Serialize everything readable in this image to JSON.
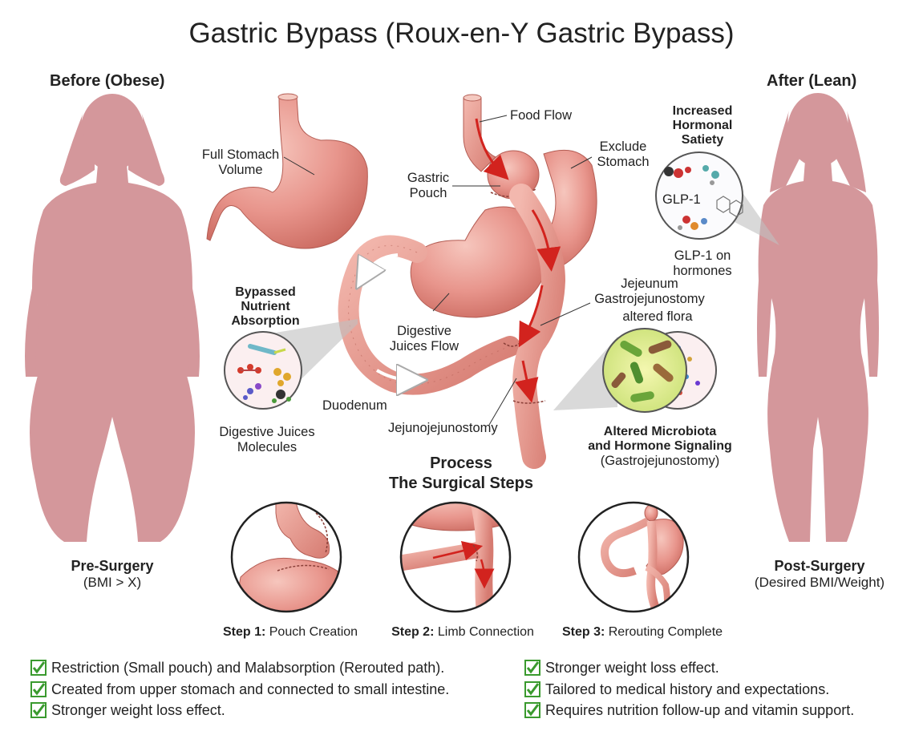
{
  "title": "Gastric Bypass (Roux-en-Y Gastric Bypass)",
  "before": {
    "heading": "Before (Obese)",
    "caption_bold": "Pre-Surgery",
    "caption": "(BMI > X)"
  },
  "after": {
    "heading": "After (Lean)",
    "caption_bold": "Post-Surgery",
    "caption": "(Desired BMI/Weight)"
  },
  "labels": {
    "full_stomach": [
      "Full Stomach",
      "Volume"
    ],
    "food_flow": "Food Flow",
    "gastric_pouch": [
      "Gastric",
      "Pouch"
    ],
    "exclude_stomach": [
      "Exclude",
      "Stomach"
    ],
    "bypassed": [
      "Bypassed",
      "Nutrient",
      "Absorption"
    ],
    "digestive_juices_flow": [
      "Digestive",
      "Juices Flow"
    ],
    "jejeunum": [
      "Jejeunum",
      "Gastrojejunostomy"
    ],
    "altered_flora": "altered flora",
    "duodenum": "Duodenum",
    "jejunojejunostomy": "Jejunojejunostomy",
    "digestive_molecules": [
      "Digestive Juices",
      "Molecules"
    ],
    "altered_microbiota": [
      "Altered Microbiota",
      "and Hormone Signaling"
    ],
    "gastrojejunostomy_paren": "(Gastrojejunostomy)",
    "increased_satiety": [
      "Increased",
      "Hormonal",
      "Satiety"
    ],
    "glp1": "GLP-1",
    "glp1_on": [
      "GLP-1 on",
      "hormones"
    ]
  },
  "process": {
    "title": "Process",
    "subtitle": "The Surgical Steps"
  },
  "steps": [
    {
      "num": "Step 1:",
      "label": "Pouch Creation"
    },
    {
      "num": "Step 2:",
      "label": "Limb Connection"
    },
    {
      "num": "Step 3:",
      "label": "Rerouting Complete"
    }
  ],
  "bullets_left": [
    "Restriction (Small pouch) and Malabsorption (Rerouted path).",
    "Created from upper stomach and connected to small intestine.",
    "Stronger weight loss effect."
  ],
  "bullets_right": [
    "Stronger weight loss effect.",
    "Tailored to medical history and expectations.",
    "Requires nutrition follow-up and vitamin support."
  ],
  "colors": {
    "silhouette": "#d4979b",
    "tissue": "#e8958c",
    "tissue_light": "#f3bcb2",
    "tissue_dark": "#c9675d",
    "arrow": "#d2231e",
    "check": "#3a9a2e"
  }
}
